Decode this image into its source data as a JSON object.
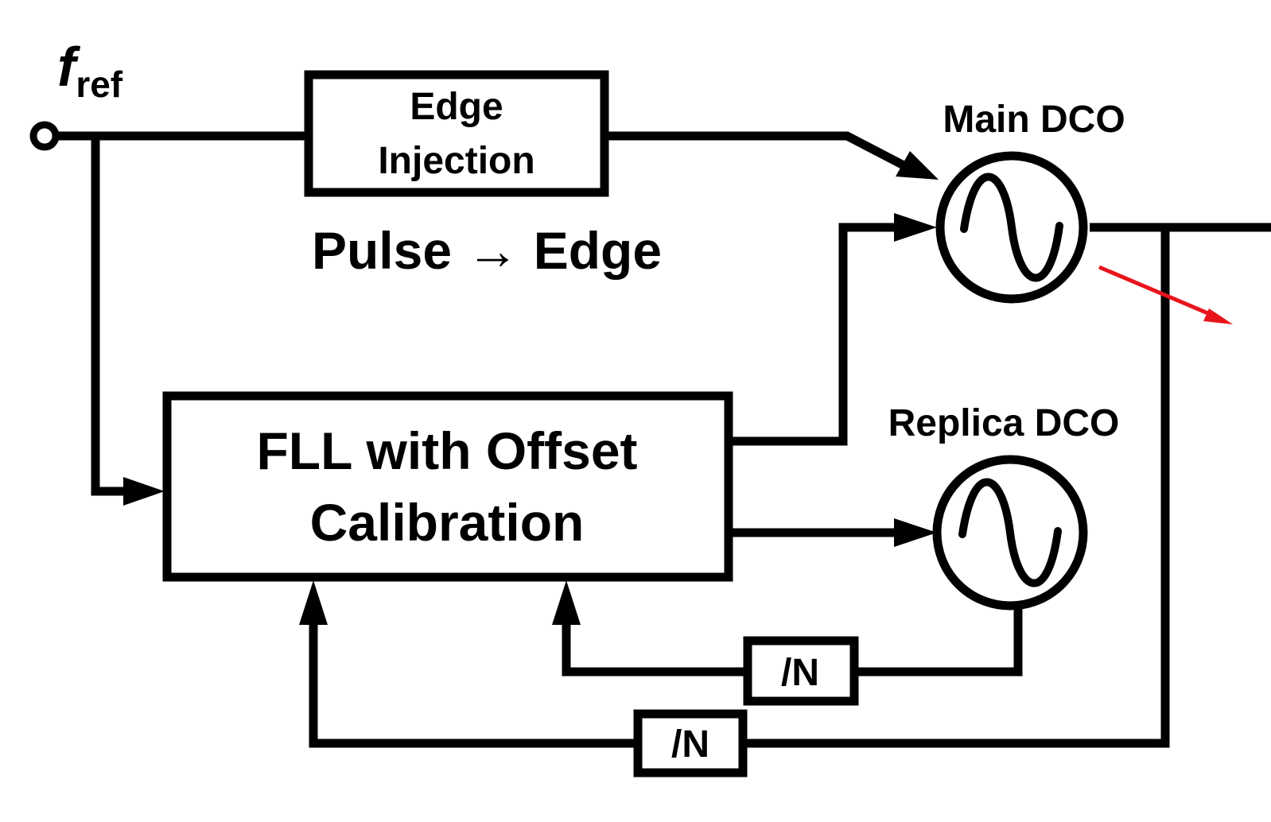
{
  "diagram": {
    "input_label": {
      "symbol": "f",
      "subscript": "ref"
    },
    "edge_injection": {
      "line1": "Edge",
      "line2": "Injection"
    },
    "conversion_note": "Pulse → Edge",
    "main_dco_label": "Main DCO",
    "replica_dco_label": "Replica DCO",
    "fll_block": {
      "line1": "FLL with Offset",
      "line2": "Calibration"
    },
    "divider_replica": "/N",
    "divider_main": "/N",
    "colors": {
      "lines": "#000000",
      "highlight_arrow": "#e8141c"
    }
  }
}
